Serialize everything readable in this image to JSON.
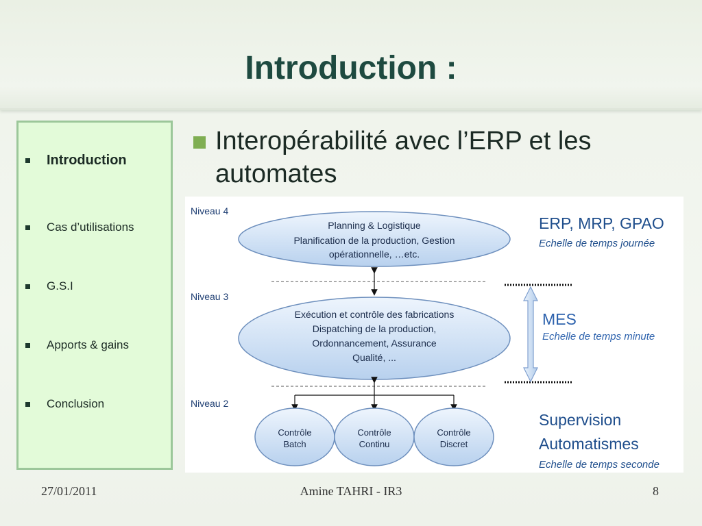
{
  "title": "Introduction :",
  "sidebar": {
    "items": [
      {
        "label": "Introduction"
      },
      {
        "label": "Cas d’utilisations"
      },
      {
        "label": "G.S.I"
      },
      {
        "label": "Apports & gains"
      },
      {
        "label": "Conclusion"
      }
    ]
  },
  "main": {
    "bullet_text": "Interopérabilité avec l’ERP et les automates"
  },
  "diagram": {
    "levels": [
      "Niveau 4",
      "Niveau 3",
      "Niveau 2"
    ],
    "ellipse4": [
      "Planning & Logistique",
      "Planification de la production, Gestion",
      "opérationnelle, …etc."
    ],
    "ellipse3": [
      "Exécution  et contrôle des fabrications",
      "Dispatching de la production,",
      "Ordonnancement, Assurance",
      "Qualité, ..."
    ],
    "small": [
      [
        "Contrôle",
        "Batch"
      ],
      [
        "Contrôle",
        "Continu"
      ],
      [
        "Contrôle",
        "Discret"
      ]
    ],
    "right": {
      "erp_title": "ERP, MRP, GPAO",
      "erp_scale": "Echelle de temps journée",
      "mes_title": "MES",
      "mes_scale": "Echelle de temps minute",
      "sup_title1": "Supervision",
      "sup_title2": "Automatismes",
      "sup_scale": "Echelle de temps seconde"
    }
  },
  "footer": {
    "date": "27/01/2011",
    "author": "Amine TAHRI - IR3",
    "page": "8"
  },
  "colors": {
    "title": "#1e4a40",
    "sidebar_bg": "#e3fbd9",
    "sidebar_border": "#9cc79a",
    "bullet": "#7fae52",
    "ellipse_fill": "#cfe1f5",
    "ellipse_stroke": "#5b7fb0",
    "diagram_blue": "#1f4e8c"
  }
}
